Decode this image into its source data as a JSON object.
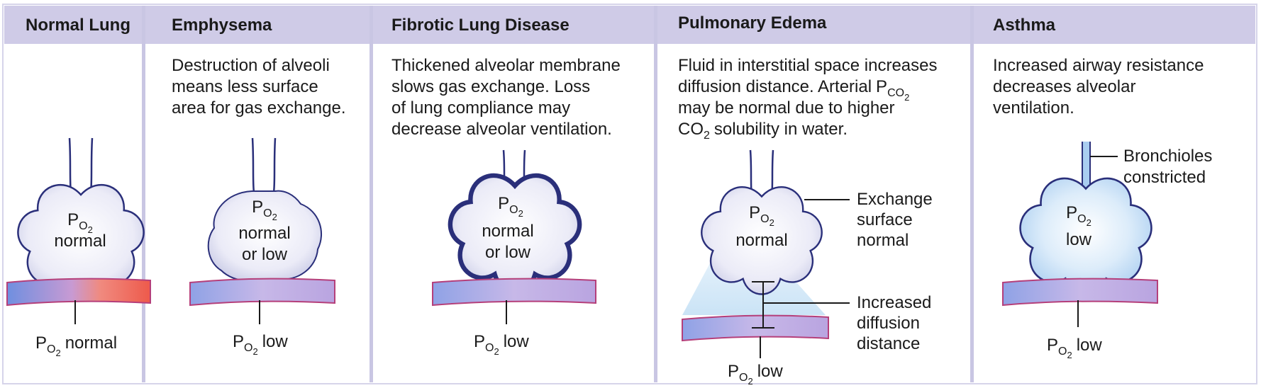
{
  "panels": [
    {
      "header": "Normal Lung",
      "alveolus_label": "normal",
      "bottom_value": "normal"
    },
    {
      "header": "Emphysema",
      "description": [
        "Destruction of alveoli",
        "means less surface",
        "area for gas exchange."
      ],
      "alveolus_label": [
        "normal",
        "or low"
      ],
      "bottom_value": "low"
    },
    {
      "header": "Fibrotic Lung Disease",
      "description": [
        "Thickened alveolar membrane",
        "slows gas exchange. Loss",
        "of lung compliance may",
        "decrease alveolar ventilation."
      ],
      "alveolus_label": [
        "normal",
        "or low"
      ],
      "bottom_value": "low"
    },
    {
      "header": "Pulmonary Edema",
      "description_line1": "Fluid in interstitial space increases",
      "description_line2": "diffusion distance. Arterial",
      "description_line3": "may be normal due to higher",
      "description_line4": "solubility in water.",
      "alveolus_label": "normal",
      "callout_surface": [
        "Exchange",
        "surface",
        "normal"
      ],
      "callout_diffusion": [
        "Increased",
        "diffusion",
        "distance"
      ],
      "bottom_value": "low"
    },
    {
      "header": "Asthma",
      "description": [
        "Increased airway resistance",
        "decreases alveolar",
        "ventilation."
      ],
      "alveolus_label": "low",
      "callout_bronchioles": [
        "Bronchioles",
        "constricted"
      ],
      "bottom_value": "low"
    }
  ],
  "symbols": {
    "p": "P",
    "o2_o": "O",
    "o2_2": "2",
    "co2_c": "CO",
    "co2_2": "2",
    "co2_text": "CO"
  },
  "colors": {
    "header_band": "#cfcbe7",
    "alveolus_fill": "#e9e9f6",
    "alveolus_stroke": "#2a2f7a",
    "capillary_top": "#d0558f",
    "capillary_blue": "#6f8fe0",
    "capillary_red": "#ee5a4b",
    "fluid": "#cfe6f7"
  }
}
